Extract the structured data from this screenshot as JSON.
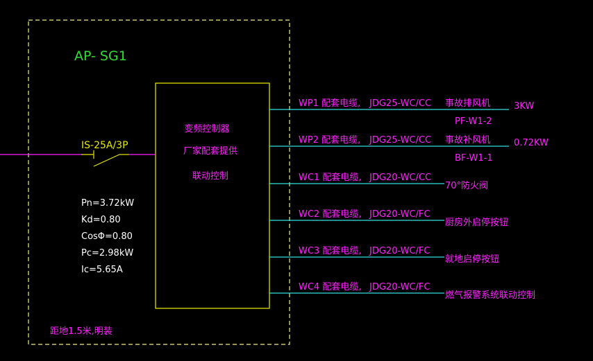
{
  "panel": {
    "id": "AP- SG1",
    "install_note": "距地1.5米,明装"
  },
  "controller": {
    "lines": [
      "变频控制器",
      "厂家配套提供",
      "联动控制"
    ]
  },
  "breaker": {
    "label": "IS-25A/3P"
  },
  "parameters": [
    "Pn=3.72kW",
    "Kd=0.80",
    "CosΦ=0.80",
    "Pc=2.98kW",
    "Ic=5.65A"
  ],
  "circuits": [
    {
      "circuit": "WP1 配套电缆,",
      "cable": "JDG25-WC/CC",
      "load": "事故排风机",
      "power": "3KW",
      "tag": "PF-W1-2"
    },
    {
      "circuit": "WP2 配套电缆,",
      "cable": "JDG25-WC/CC",
      "load": "事故补风机",
      "power": "0.72KW",
      "tag": "BF-W1-1"
    },
    {
      "circuit": "WC1 配套电缆,",
      "cable": "JDG20-WC/CC",
      "load": "70°防火阀",
      "power": "",
      "tag": ""
    },
    {
      "circuit": "WC2 配套电缆,",
      "cable": "JDG20-WC/FC",
      "load": "厨房外启停按钮",
      "power": "",
      "tag": ""
    },
    {
      "circuit": "WC3 配套电缆,",
      "cable": "JDG20-WC/FC",
      "load": "就地启停按钮",
      "power": "",
      "tag": ""
    },
    {
      "circuit": "WC4 配套电缆,",
      "cable": "JDG20-WC/FC",
      "load": "燃气报警系统联动控制",
      "power": "",
      "tag": ""
    }
  ],
  "colors": {
    "background": "#000000",
    "panel_border": "#f0f080",
    "controller_border": "#f0f000",
    "panel_id": "#33dd33",
    "magenta": "#ff22ff",
    "cyan_line": "#33e0e0",
    "white": "#ffffff",
    "breaker": "#e8e800"
  }
}
